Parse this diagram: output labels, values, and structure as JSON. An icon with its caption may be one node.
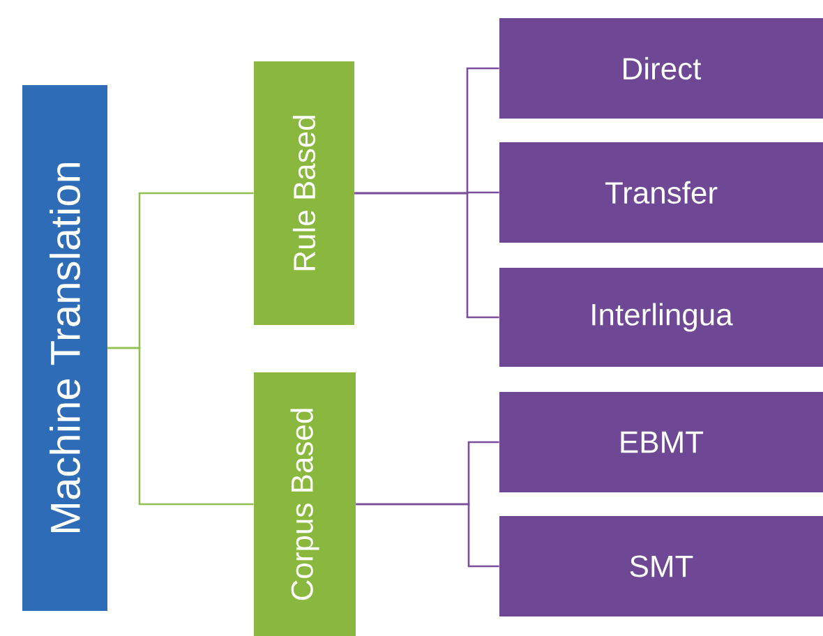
{
  "diagram": {
    "nodes": [
      {
        "text": [
          "Machine  Translation"
        ]
      },
      {
        "text": [
          "Rule Based"
        ]
      },
      {
        "text": [
          "Direct"
        ]
      },
      {
        "text": [
          "Transfer"
        ]
      },
      {
        "text": [
          "Interlingua"
        ]
      },
      {
        "text": [
          "Corpus Based"
        ]
      },
      {
        "text": [
          "EBMT"
        ]
      },
      {
        "text": [
          "SMT"
        ]
      }
    ],
    "edges": [
      {
        "from": 0,
        "to": 1,
        "arrow": "none",
        "color": "#92c050"
      },
      {
        "from": 0,
        "to": 5,
        "arrow": "none",
        "color": "#92c050"
      },
      {
        "from": 1,
        "to": 2,
        "arrow": "none"
      },
      {
        "from": 1,
        "to": 3,
        "arrow": "none"
      },
      {
        "from": 1,
        "to": 4,
        "arrow": "none"
      },
      {
        "from": 5,
        "to": 6,
        "arrow": "none"
      },
      {
        "from": 5,
        "to": 7,
        "arrow": "none"
      }
    ]
  }
}
